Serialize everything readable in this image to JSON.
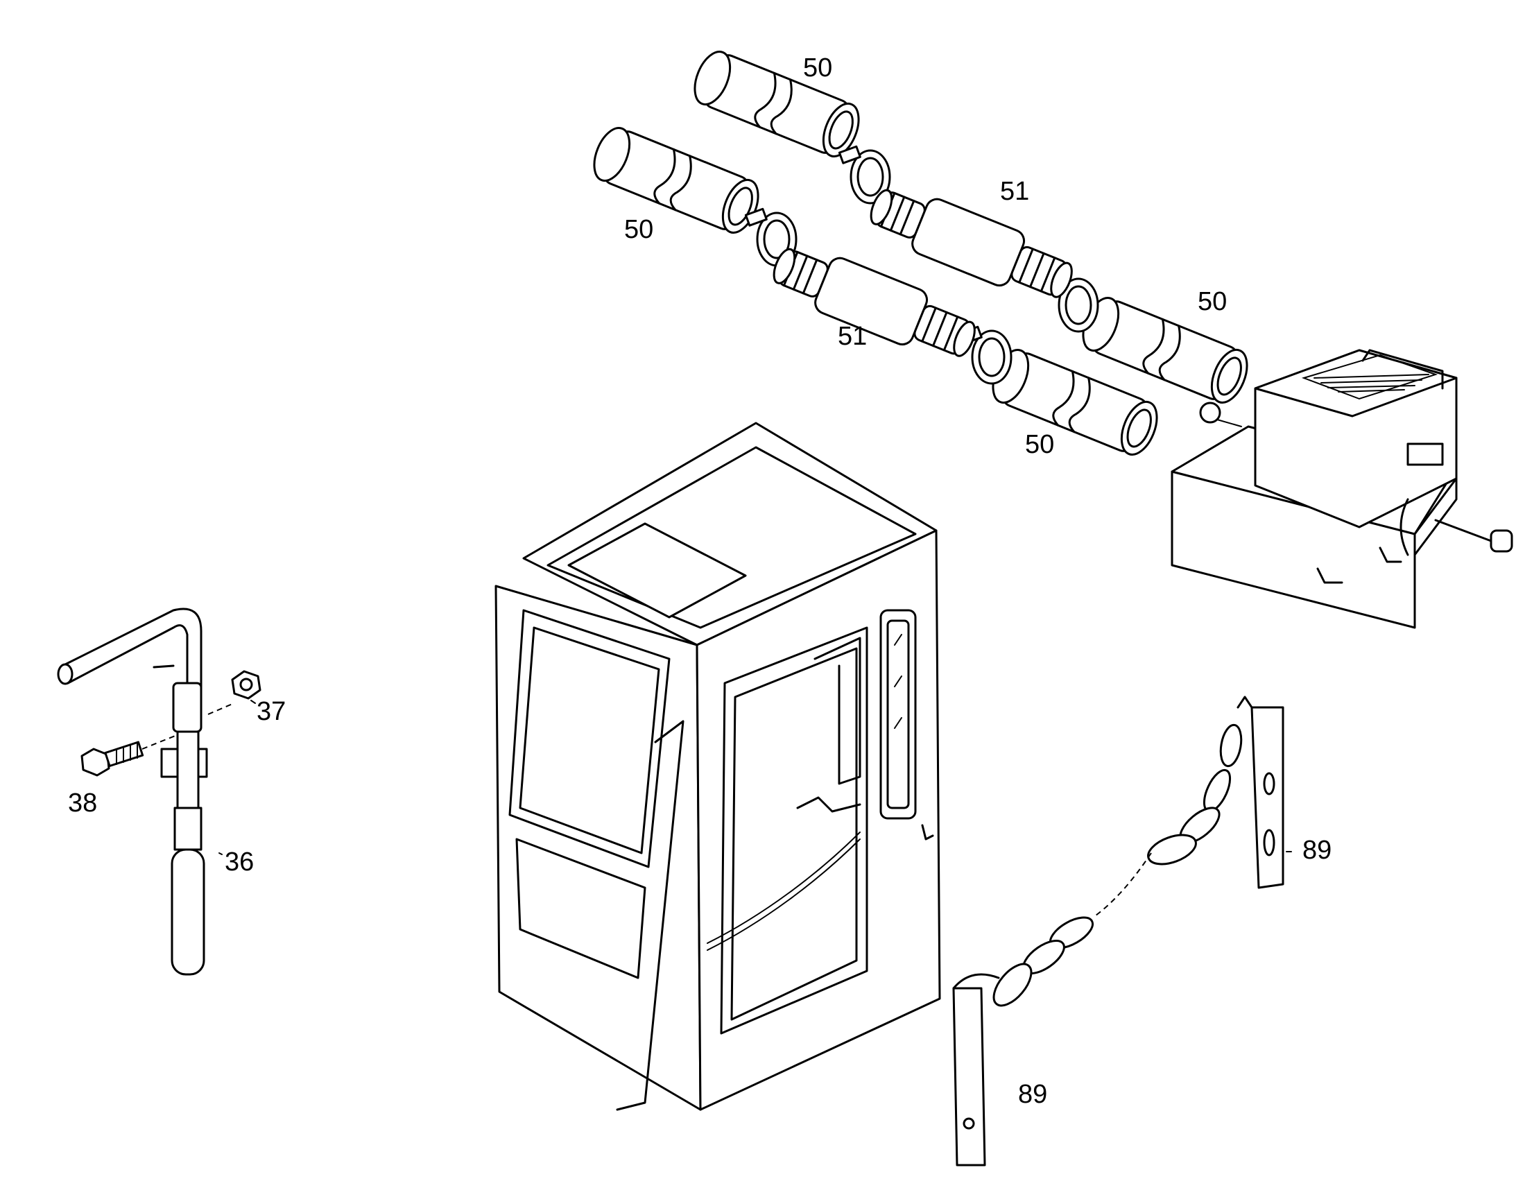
{
  "diagram": {
    "callouts": [
      {
        "id": "c50a",
        "text": "50"
      },
      {
        "id": "c50b",
        "text": "50"
      },
      {
        "id": "c50c",
        "text": "50"
      },
      {
        "id": "c50d",
        "text": "50"
      },
      {
        "id": "c51a",
        "text": "51"
      },
      {
        "id": "c51b",
        "text": "51"
      },
      {
        "id": "c36",
        "text": "36"
      },
      {
        "id": "c37",
        "text": "37"
      },
      {
        "id": "c38",
        "text": "38"
      },
      {
        "id": "c89a",
        "text": "89"
      },
      {
        "id": "c89b",
        "text": "89"
      }
    ]
  }
}
